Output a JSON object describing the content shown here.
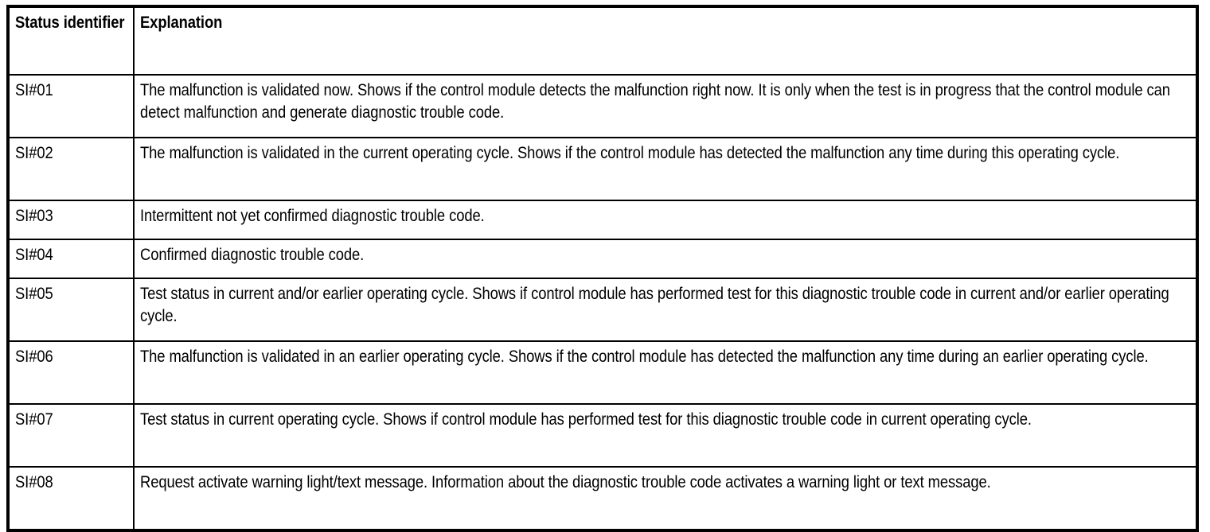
{
  "table": {
    "columns": [
      {
        "key": "status_identifier",
        "header": "Status identifier"
      },
      {
        "key": "explanation",
        "header": "Explanation"
      }
    ],
    "rows": [
      {
        "status_identifier": "SI#01",
        "explanation": "The malfunction is validated now. Shows if the control module detects the malfunction right now. It is only when the test is in progress that the control module can detect malfunction and generate diagnostic trouble code."
      },
      {
        "status_identifier": "SI#02",
        "explanation": "The malfunction is validated in the current operating cycle. Shows if the control module has detected the malfunction any time during this operating cycle."
      },
      {
        "status_identifier": "SI#03",
        "explanation": "Intermittent not yet confirmed diagnostic trouble code."
      },
      {
        "status_identifier": "SI#04",
        "explanation": "Confirmed diagnostic trouble code."
      },
      {
        "status_identifier": "SI#05",
        "explanation": "Test status in current and/or earlier operating cycle. Shows if control module has performed test for this diagnostic trouble code in current and/or earlier operating cycle."
      },
      {
        "status_identifier": "SI#06",
        "explanation": "The malfunction is validated in an earlier operating cycle. Shows if the control module has detected the malfunction any time during an earlier operating cycle."
      },
      {
        "status_identifier": "SI#07",
        "explanation": "Test status in current operating cycle. Shows if control module has performed test for this diagnostic trouble code in current operating cycle."
      },
      {
        "status_identifier": "SI#08",
        "explanation": "Request activate warning light/text message. Information about the diagnostic trouble code activates a warning light or text message."
      }
    ]
  },
  "colors": {
    "border": "#000000",
    "text": "#000000",
    "background": "#ffffff"
  }
}
